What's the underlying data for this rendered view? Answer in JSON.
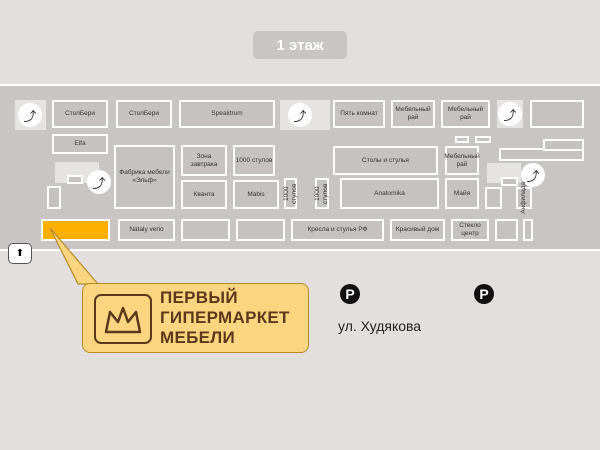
{
  "floor_label": "1 этаж",
  "stores": {
    "stolberi1": "СтолБери",
    "stolberi2": "СтолБери",
    "speaktrum": "Speaktrum",
    "pyat": "Пять комнат",
    "mebray1": "Мебельный рай",
    "mebray2": "Мебельный рай",
    "elfa": "Elfa",
    "fabrika": "Фабрика мебели «Эльф»",
    "zona": "Зона завтрака",
    "stulov1000": "1000 стулов",
    "kvanta": "Кванта",
    "mabis": "Mabis",
    "vert1": "1000 стулов",
    "vert2": "1000 стулов",
    "stoly": "Столы и стулья",
    "mebray3": "Мебельный рай",
    "anatomika": "Anatomika",
    "maya": "Майя",
    "vert3": "Анфилада",
    "nataly": "Nataly verio",
    "kresla": "Кресла и стулья РФ",
    "krasiviy": "Красивый дом",
    "steklo": "Стекло центр"
  },
  "callout": {
    "line1": "ПЕРВЫЙ",
    "line2": "ГИПЕРМАРКЕТ",
    "line3": "МЕБЕЛИ",
    "highlight_color": "#fbb000"
  },
  "parking": {
    "label": "P"
  },
  "street": "ул. Худякова"
}
